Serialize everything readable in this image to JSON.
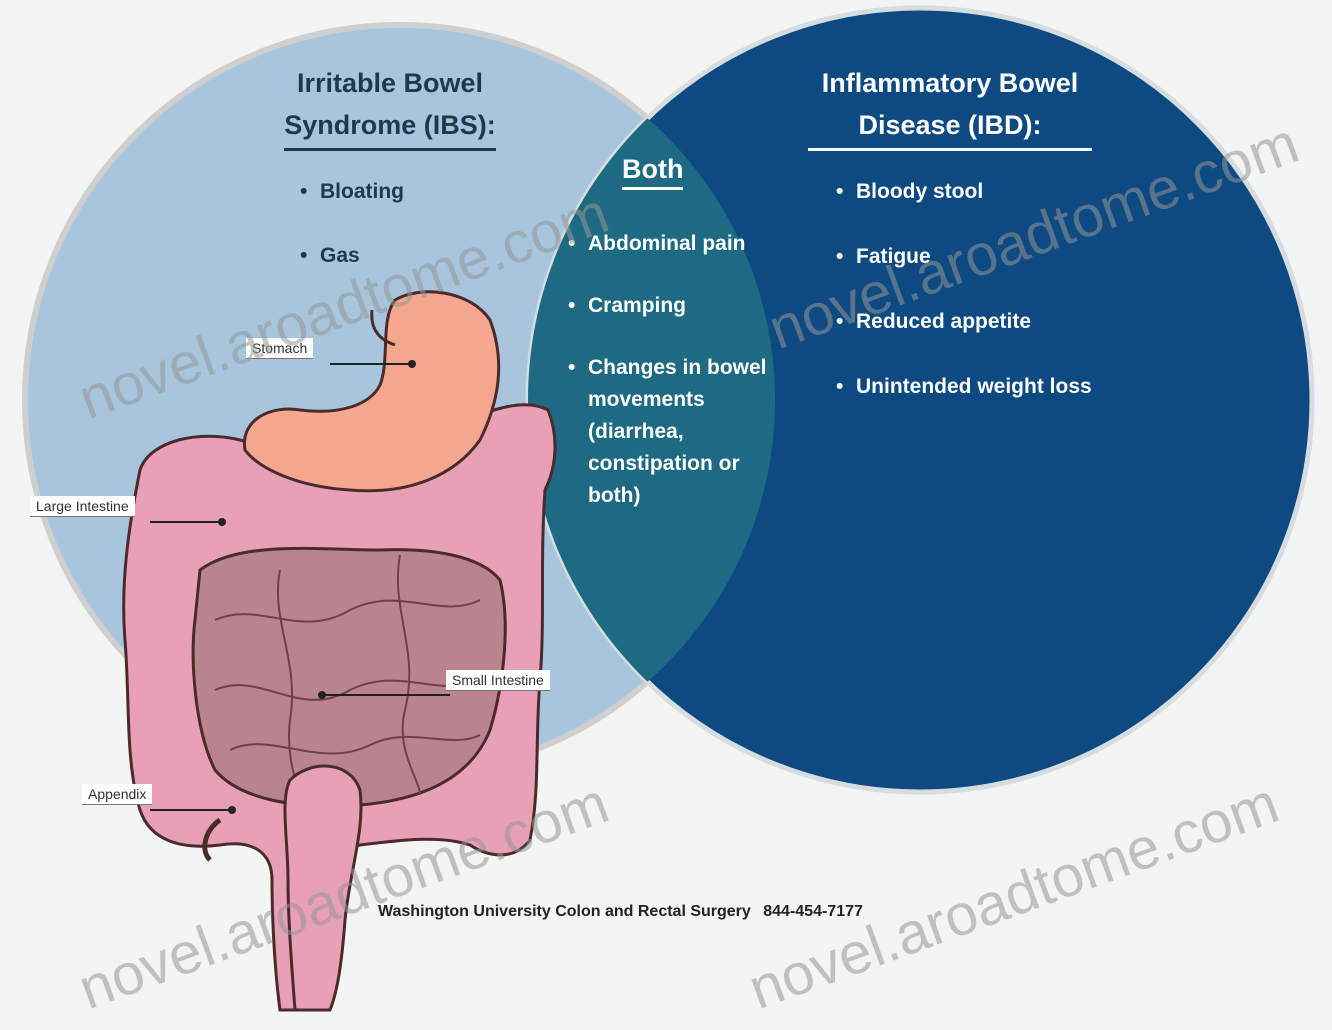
{
  "ibs": {
    "title_line1": "Irritable Bowel",
    "title_line2": "Syndrome (IBS):",
    "symptoms": [
      "Bloating",
      "Gas"
    ]
  },
  "both": {
    "title": "Both",
    "symptoms": [
      "Abdominal pain",
      "Cramping",
      "Changes in bowel movements (diarrhea, constipation or both)"
    ]
  },
  "ibd": {
    "title_line1": "Inflammatory Bowel",
    "title_line2": "Disease (IBD):",
    "symptoms": [
      "Bloody stool",
      "Fatigue",
      "Reduced appetite",
      "Unintended weight loss"
    ]
  },
  "organs": {
    "stomach": "Stomach",
    "large_intestine": "Large Intestine",
    "small_intestine": "Small Intestine",
    "appendix": "Appendix"
  },
  "credit": {
    "text": "Washington University Colon and Rectal Surgery",
    "phone": "844-454-7177"
  },
  "watermark": "novel.aroadtome.com",
  "colors": {
    "ibs_circle": "#a7c6dd",
    "ibd_circle": "#0e4a82",
    "overlap": "#1d6a82",
    "stomach": "#f4a78d",
    "large_intestine": "#e8a0b6",
    "small_intestine": "#b9848f"
  }
}
